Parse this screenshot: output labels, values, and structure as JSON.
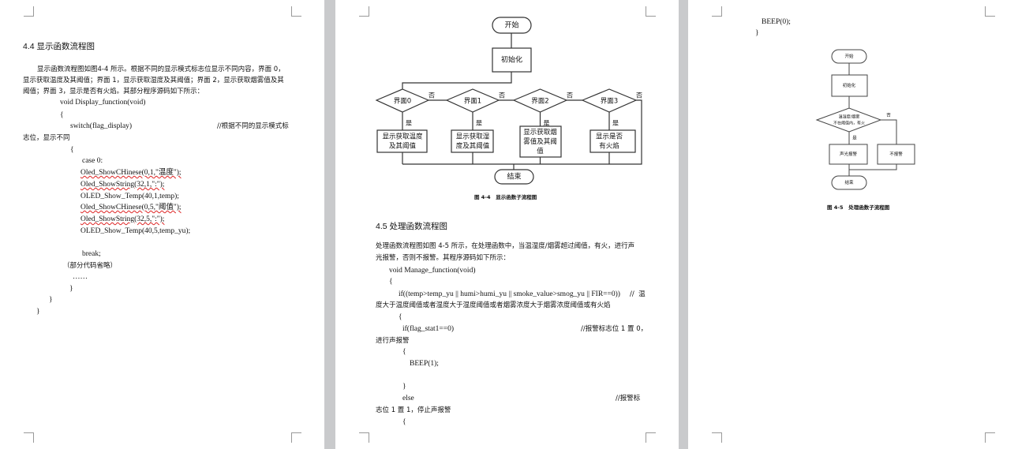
{
  "page1": {
    "heading": "4.4 显示函数流程图",
    "lines": [
      "显示函数流程图如图4-4 所示。根据不同的显示模式标志位显示不同内容，界面 0，",
      "显示获取温度及其阈值；界面 1，显示获取湿度及其阈值；界面 2，显示获取烟雾值及其",
      "阈值；界面 3，显示是否有火焰。其部分程序源码如下所示：",
      "void Display_function(void)",
      "{",
      "switch(flag_display)",
      "//根据不同的显示模式标",
      "志位，显示不同",
      "{",
      "case 0:",
      "Oled_ShowCHinese(0,1,\"温度\");",
      "Oled_ShowString(32,1,\":\");",
      "OLED_Show_Temp(40,1,temp);",
      "Oled_ShowCHinese(0,5,\"阈值\");",
      "Oled_ShowString(32,5,\":\");",
      "OLED_Show_Temp(40,5,temp_yu);",
      "break;",
      "（部分代码省略）",
      "……",
      "}",
      "}",
      "}"
    ]
  },
  "page2": {
    "flowchart": {
      "start": "开始",
      "init": "初始化",
      "end": "结束",
      "yes": "是",
      "no": "否",
      "decisions": [
        "界面0",
        "界面1",
        "界面2",
        "界面3"
      ],
      "boxes": [
        [
          "显示获取温度",
          "及其阈值"
        ],
        [
          "显示获取湿",
          "度及其阈值"
        ],
        [
          "显示获取烟",
          "雾值及其阈",
          "值"
        ],
        [
          "显示是否",
          "有火焰"
        ]
      ]
    },
    "caption": "图 4-4   显示函数子流程图",
    "heading": "4.5 处理函数流程图",
    "lines": [
      "处理函数流程图如图 4-5 所示，在处理函数中，当温湿度/烟雾超过阈值，有火，进行声",
      "光报警，否则不报警。其程序源码如下所示：",
      "void Manage_function(void)",
      "{",
      "if((temp>temp_yu || humi>humi_yu || smoke_value>smog_yu || FIR==0))",
      "//  温",
      "度大于温度阈值或者湿度大于湿度阈值或者烟雾浓度大于烟雾浓度阈值或有火焰",
      "{",
      "if(flag_stat1==0)",
      "//报警标志位 1 置 0，",
      "进行声报警",
      "{",
      "BEEP(1);",
      "}",
      "else",
      "//报警标",
      "志位 1 置 1，停止声报警",
      "{"
    ]
  },
  "page3": {
    "lines": [
      "BEEP(0);",
      "}"
    ],
    "flowchart": {
      "start": "开始",
      "init": "初始化",
      "decision": [
        "温湿度/烟雾",
        "不在阈值内，有火"
      ],
      "yes": "是",
      "no": "否",
      "alarm": "声光报警",
      "no_alarm": "不报警",
      "end": "结束"
    },
    "caption": "图 4-5   处理函数子流程图"
  }
}
